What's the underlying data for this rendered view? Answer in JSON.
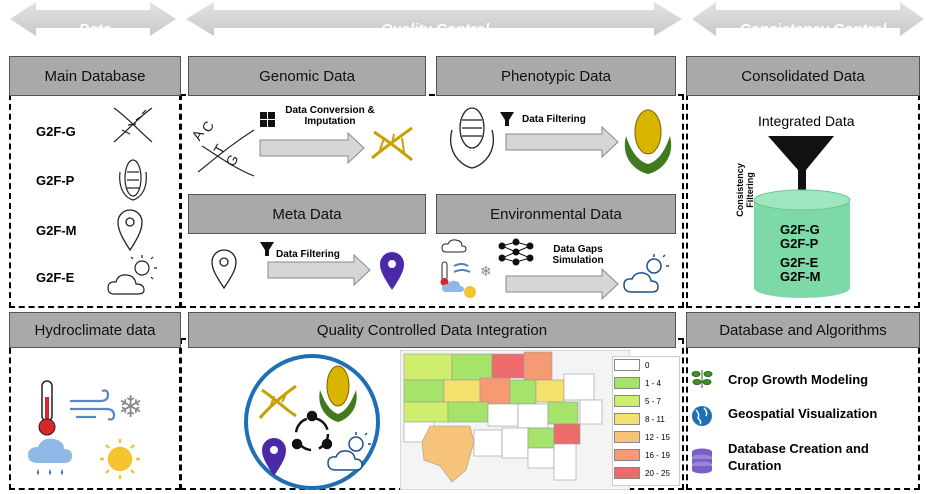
{
  "top_arrows": {
    "data": "Data",
    "quality": "Quality Control",
    "consistency": "Consistency Control"
  },
  "panels": {
    "main_db": {
      "title": "Main Database",
      "items": [
        "G2F-G",
        "G2F-P",
        "G2F-M",
        "G2F-E"
      ]
    },
    "genomic": {
      "title": "Genomic Data",
      "step": "Data Conversion & Imputation",
      "dna_letters": [
        "A",
        "C",
        "T",
        "G"
      ]
    },
    "phenotypic": {
      "title": "Phenotypic Data",
      "step": "Data Filtering"
    },
    "meta": {
      "title": "Meta Data",
      "step": "Data Filtering"
    },
    "environmental": {
      "title": "Environmental Data",
      "step": "Data Gaps Simulation"
    },
    "consolidated": {
      "title": "Consolidated Data",
      "integrated": "Integrated Data",
      "filter_label": "Consistency Filtering",
      "items": [
        "G2F-G",
        "G2F-P",
        "G2F-E",
        "G2F-M"
      ]
    },
    "hydroclimate": {
      "title": "Hydroclimate data"
    },
    "integration": {
      "title": "Quality Controlled Data Integration",
      "legend": [
        "0",
        "1 - 4",
        "5 - 7",
        "8 - 11",
        "12 - 15",
        "16 - 19",
        "20 - 25"
      ],
      "legend_colors": [
        "#ffffff",
        "#a6e36a",
        "#cfee6e",
        "#f4e06c",
        "#f7c27a",
        "#f59a73",
        "#ee6b6b"
      ]
    },
    "algorithms": {
      "title": "Database and Algorithms",
      "items": [
        "Crop Growth Modeling",
        "Geospatial Visualization",
        "Database Creation and Curation"
      ]
    }
  },
  "colors": {
    "header_gray": "#a9a9a9",
    "arrow_gray": "#d4d4d4",
    "dna_gold": "#c8a000",
    "pin_purple": "#4b2aa8",
    "cylinder_green": "#7ed9a9",
    "circle_blue": "#1f6fb5"
  }
}
